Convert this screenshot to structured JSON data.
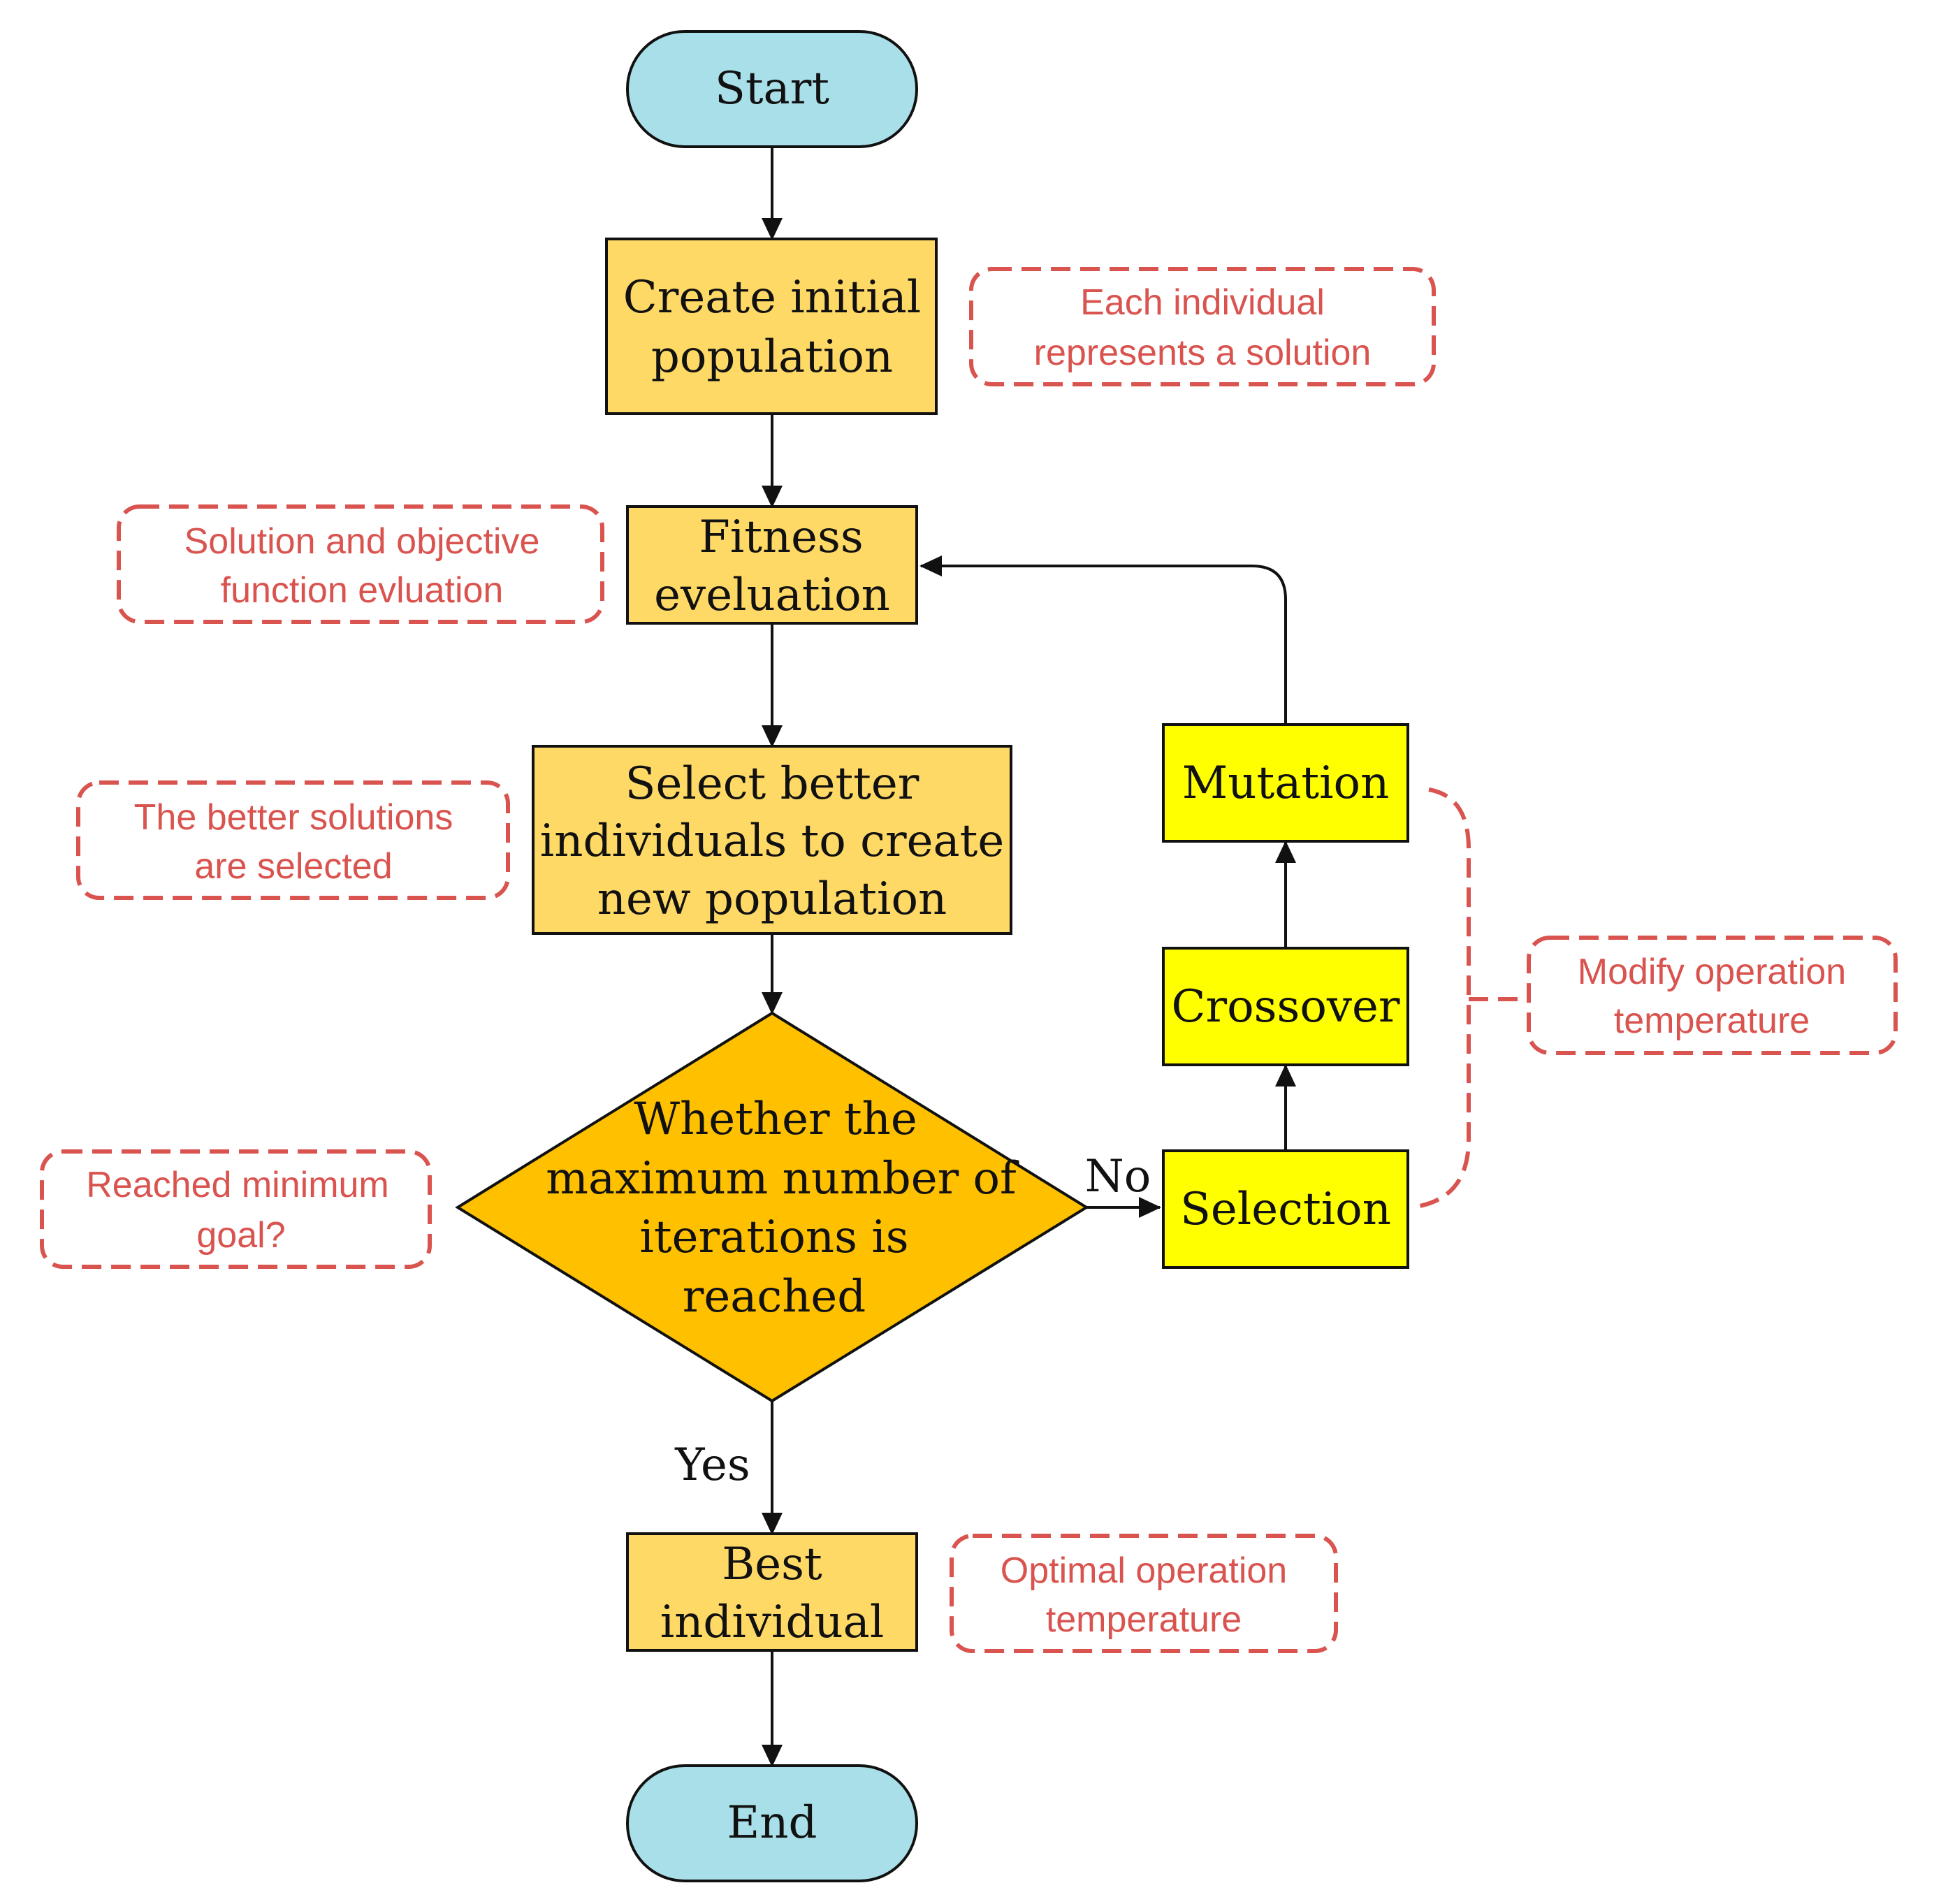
{
  "colors": {
    "terminal_fill": "#a8dfe9",
    "process_fill": "#ffd966",
    "decision_fill": "#ffc000",
    "operator_fill": "#ffff00",
    "note_stroke": "#d9534f",
    "line": "#111111"
  },
  "nodes": {
    "start": "Start",
    "create": [
      "Create initial",
      "population"
    ],
    "fitness": [
      "Fitness",
      "eveluation"
    ],
    "select": [
      "Select better",
      "individuals to create",
      "new population"
    ],
    "decision": [
      "Whether the",
      "maximum number of",
      "iterations is",
      "reached"
    ],
    "best": [
      "Best",
      "individual"
    ],
    "end": "End",
    "mutation": "Mutation",
    "crossover": "Crossover",
    "selection": "Selection"
  },
  "edge_labels": {
    "no": "No",
    "yes": "Yes"
  },
  "notes": {
    "each_individual": [
      "Each individual",
      "represents a solution"
    ],
    "solution_eval": [
      "Solution and objective",
      "function evluation"
    ],
    "better_solutions": [
      "The better solutions",
      "are selected"
    ],
    "reached_goal": [
      "Reached minimum",
      "goal?"
    ],
    "modify_temp": [
      "Modify operation",
      "temperature"
    ],
    "optimal_temp": [
      "Optimal operation",
      "temperature"
    ]
  }
}
